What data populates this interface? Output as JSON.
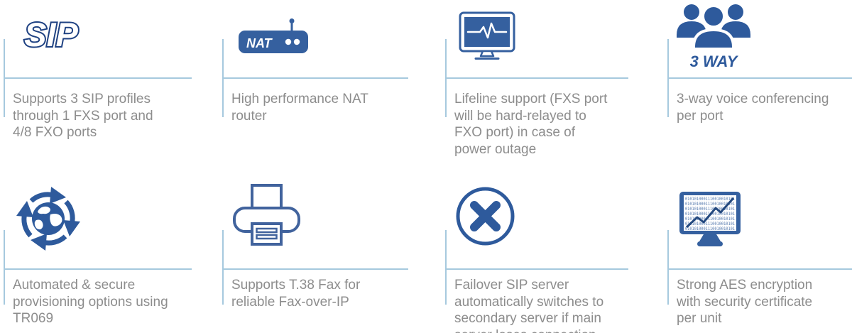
{
  "colors": {
    "icon_blue": "#2e5a9c",
    "icon_blue_mid": "#35609f",
    "icon_outline_blue": "#41639d",
    "sip_navy": "#1e4182",
    "divider_light_blue": "#a6c9de",
    "body_text_gray": "#8d8d8d"
  },
  "features": [
    {
      "icon": "sip-logo-icon",
      "sip_label": "SIP",
      "text": "Supports 3 SIP profiles through 1 FXS port and 4/8 FXO ports"
    },
    {
      "icon": "nat-router-icon",
      "nat_label": "NAT",
      "text": "High performance NAT router"
    },
    {
      "icon": "lifeline-monitor-icon",
      "text": "Lifeline support (FXS port will be hard-relayed to FXO port) in case of power outage"
    },
    {
      "icon": "three-way-conference-icon",
      "way_label": "3 WAY",
      "text": "3-way voice conferencing per port"
    },
    {
      "icon": "sync-globe-icon",
      "text": "Automated & secure provisioning options using TR069"
    },
    {
      "icon": "fax-printer-icon",
      "text": "Supports T.38 Fax for reliable Fax-over-IP"
    },
    {
      "icon": "failover-x-icon",
      "text": "Failover SIP server automatically switches to secondary server if main server loses connection"
    },
    {
      "icon": "encryption-monitor-icon",
      "binary_text": "0101010001110010010101",
      "text": "Strong AES encryption with security certificate per unit"
    }
  ]
}
